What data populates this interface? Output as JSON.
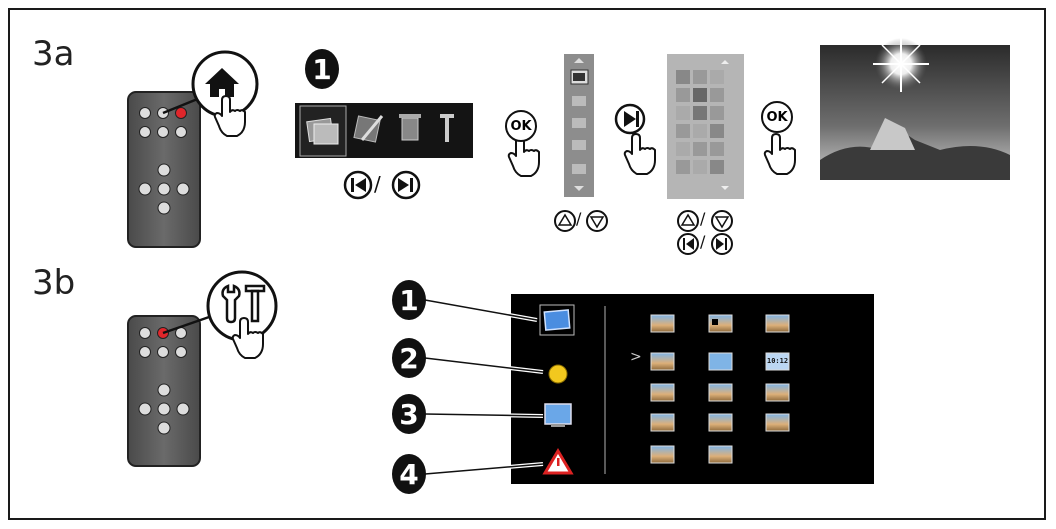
{
  "steps": {
    "a": {
      "label": "3a"
    },
    "b": {
      "label": "3b"
    }
  },
  "remote": {
    "home_icon": "home-icon",
    "settings_icon": "tools-icon",
    "hand_icon": "pointing-hand-icon"
  },
  "menu_3a": {
    "badge": "1",
    "items": [
      "photo-icon",
      "photo-edit-icon",
      "trash-icon",
      "tools-icon"
    ],
    "nav_hint_slash": "/"
  },
  "ok_label": "OK",
  "nav_slash": "/",
  "menu_3b": {
    "badges": [
      "1",
      "2",
      "3",
      "4"
    ],
    "side_icons": [
      "photo-icon",
      "clock-icon",
      "slideshow-icon",
      "warning-icon"
    ],
    "cursor": ">",
    "clock_tile_text": "10:12"
  },
  "colors": {
    "frame": "#1a1a1a",
    "remote": "#5a5a5a",
    "screen": "#000000",
    "accent_red": "#e0262b"
  }
}
